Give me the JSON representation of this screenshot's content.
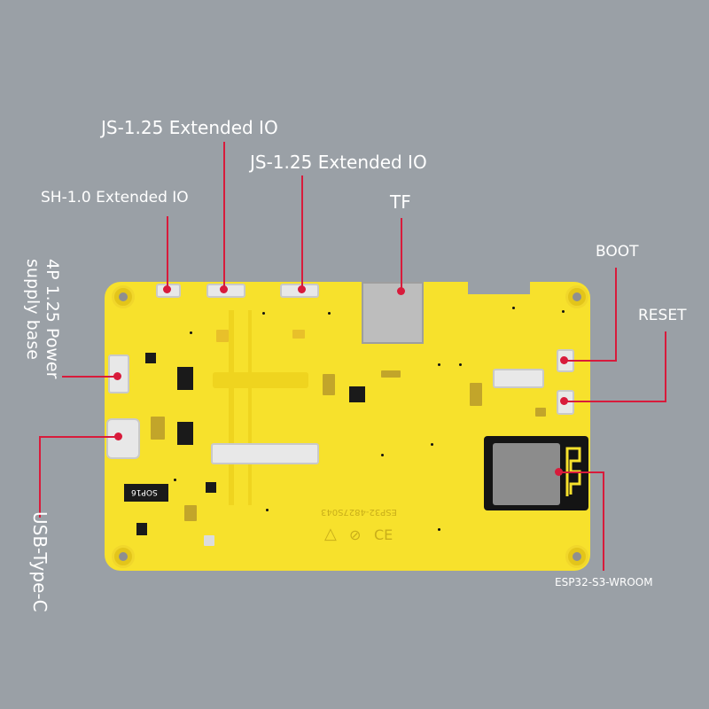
{
  "labels": {
    "sh10": "SH-1.0 Extended IO",
    "js125_a": "JS-1.25 Extended IO",
    "js125_b": "JS-1.25 Extended IO",
    "tf": "TF",
    "boot": "BOOT",
    "reset": "RESET",
    "power": "4P 1.25 Power supply base",
    "usb": "USB-Type-C",
    "esp32": "ESP32-S3-WROOM"
  },
  "board": {
    "silk_model": "ESP32-4827S043",
    "silk_chip": "SOP16"
  },
  "colors": {
    "background": "#9aa0a6",
    "board": "#f7e12c",
    "leader": "#d81b3b",
    "text": "#ffffff"
  }
}
